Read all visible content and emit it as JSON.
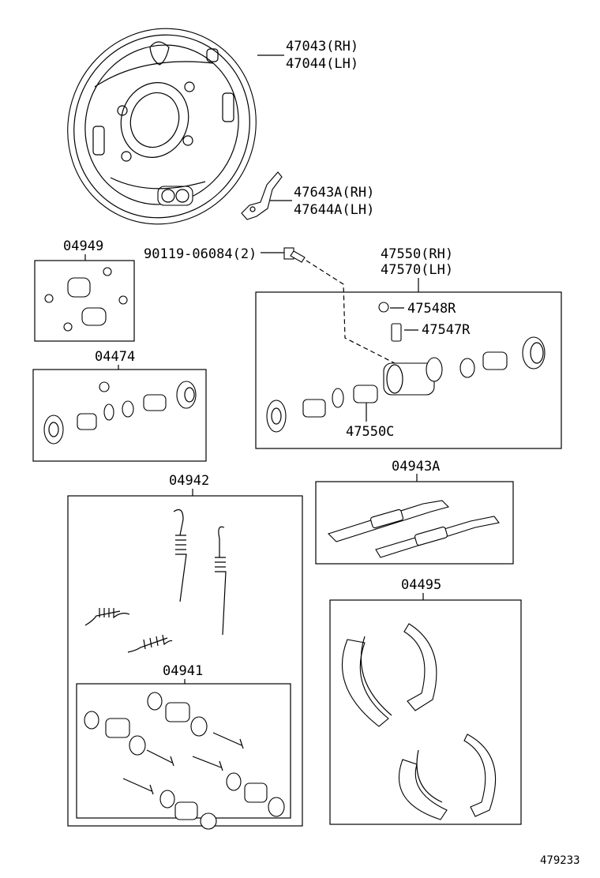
{
  "labels": {
    "p47043": "47043(RH)",
    "p47044": "47044(LH)",
    "p47643A": "47643A(RH)",
    "p47644A": "47644A(LH)",
    "p90119": "90119-06084(2)",
    "p04949": "04949",
    "p47550": "47550(RH)",
    "p47570": "47570(LH)",
    "p47548R": "47548R",
    "p47547R": "47547R",
    "p04474": "04474",
    "p47550C": "47550C",
    "p04942": "04942",
    "p04943A": "04943A",
    "p04941": "04941",
    "p04495": "04495",
    "diagram_id": "479233"
  }
}
